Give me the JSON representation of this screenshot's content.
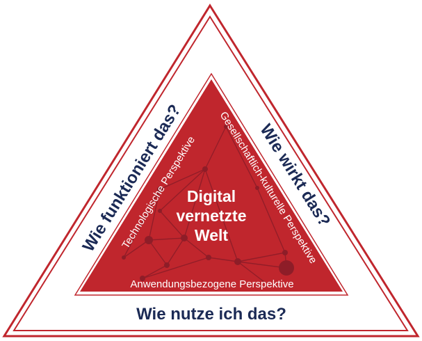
{
  "diagram": {
    "center": {
      "line1": "Digital",
      "line2": "vernetzte",
      "line3": "Welt"
    },
    "perspectives": {
      "left": "Technologische Perspektive",
      "right": "Gesellschaftlich-kulturelle Perspektive",
      "bottom": "Anwendungsbezogene Perspektive"
    },
    "questions": {
      "left": "Wie funktioniert das?",
      "right": "Wie wirkt das?",
      "bottom": "Wie nutze ich das?"
    },
    "colors": {
      "outer_border": "#c0262d",
      "inner_fill": "#c0262d",
      "network_lines": "#8e1d28",
      "question_text": "#1b2a55",
      "perspective_text": "#ffffff"
    }
  }
}
